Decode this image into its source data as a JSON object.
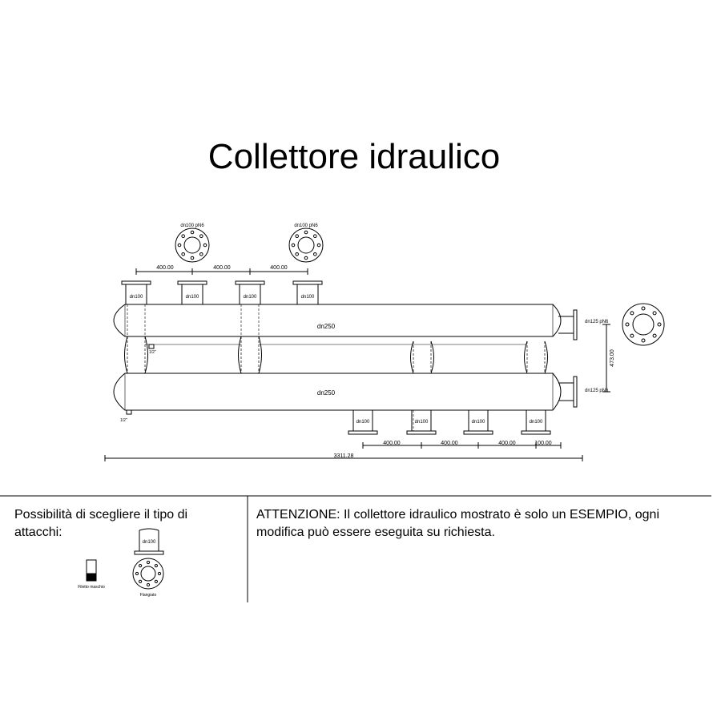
{
  "title": "Collettore idraulico",
  "labels": {
    "flange_dn100_pn6": "dn100 pN6",
    "flange_dn125_pn6": "dn125 pN6",
    "dn100": "dn100",
    "dn250": "dn250",
    "half_inch": "1/2\"",
    "height": "473.00",
    "dim_400": "400.00",
    "dim_100": "100.00",
    "total_length": "3311.28"
  },
  "footer": {
    "left_text": "Possibilità di scegliere il tipo di attacchi:",
    "option_thread_label": "Filetto maschio",
    "option_flange_label": "Flangiato",
    "option_flange_dn": "dn100",
    "right_text": "ATTENZIONE: Il collettore idraulico mostrato è solo un ESEMPIO, ogni modifica può essere eseguita su richiesta."
  }
}
